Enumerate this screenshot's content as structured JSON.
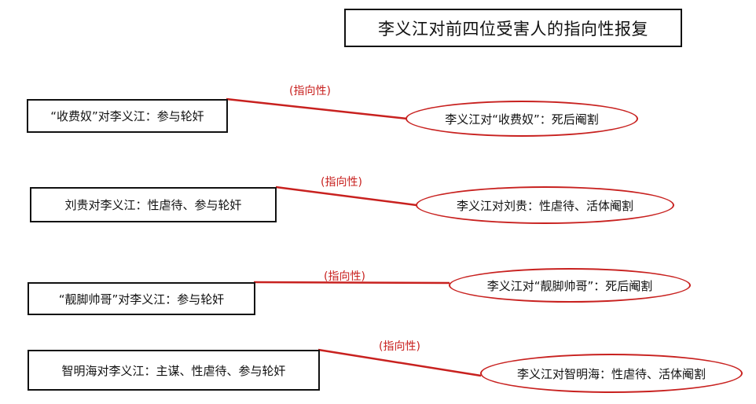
{
  "title": "李义江对前四位受害人的指向性报复",
  "colors": {
    "border": "#111111",
    "accent": "#c8211f",
    "background": "#ffffff"
  },
  "rows": [
    {
      "left": "“收费奴”对李义江：参与轮奸",
      "label": "(指向性)",
      "right": "李义江对“收费奴”：死后阉割"
    },
    {
      "left": "刘贵对李义江：性虐待、参与轮奸",
      "label": "(指向性)",
      "right": "李义江对刘贵：性虐待、活体阉割"
    },
    {
      "left": "“靓脚帅哥”对李义江：参与轮奸",
      "label": "(指向性)",
      "right": "李义江对“靓脚帅哥”：死后阉割"
    },
    {
      "left": "智明海对李义江：主谋、性虐待、参与轮奸",
      "label": "(指向性)",
      "right": "李义江对智明海：性虐待、活体阉割"
    }
  ]
}
